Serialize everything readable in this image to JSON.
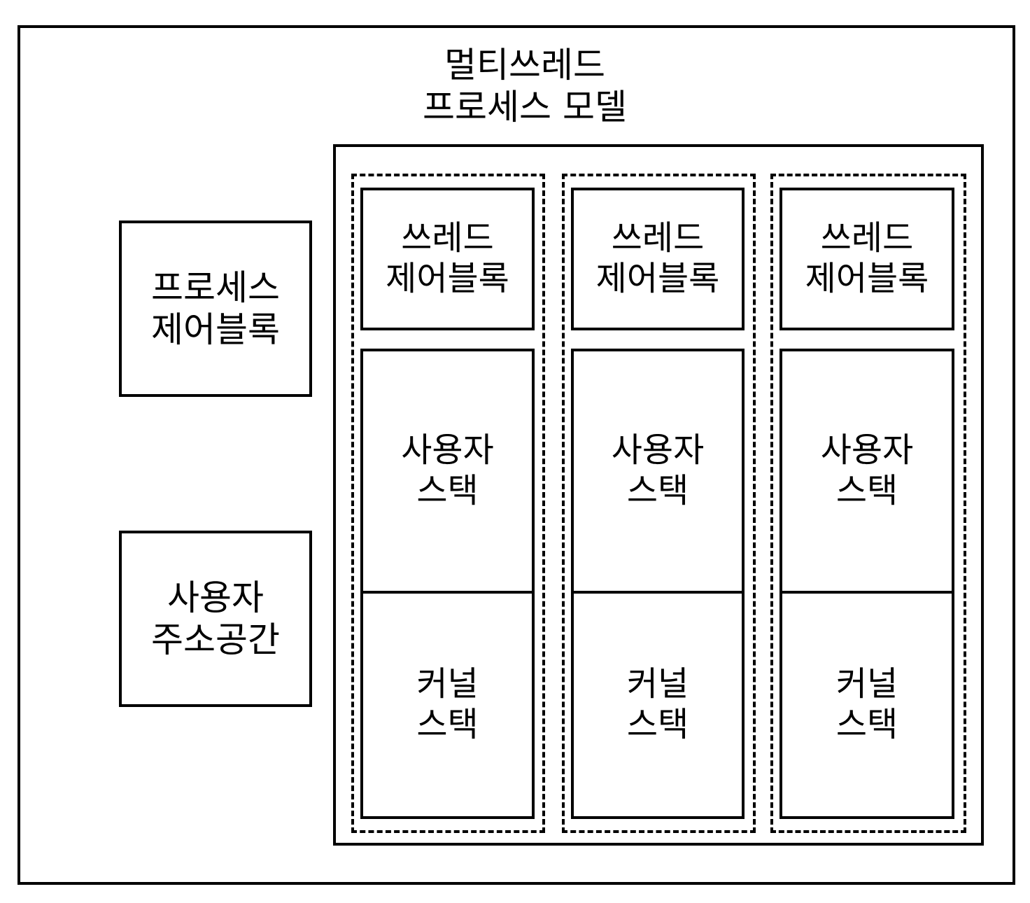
{
  "title": {
    "line1": "멀티쓰레드",
    "line2": "프로세스 모델"
  },
  "process_block": {
    "line1": "프로세스",
    "line2": "제어블록"
  },
  "address_space": {
    "line1": "사용자",
    "line2": "주소공간"
  },
  "threads": [
    {
      "control_block": {
        "line1": "쓰레드",
        "line2": "제어블록"
      },
      "user_stack": {
        "line1": "사용자",
        "line2": "스택"
      },
      "kernel_stack": {
        "line1": "커널",
        "line2": "스택"
      }
    },
    {
      "control_block": {
        "line1": "쓰레드",
        "line2": "제어블록"
      },
      "user_stack": {
        "line1": "사용자",
        "line2": "스택"
      },
      "kernel_stack": {
        "line1": "커널",
        "line2": "스택"
      }
    },
    {
      "control_block": {
        "line1": "쓰레드",
        "line2": "제어블록"
      },
      "user_stack": {
        "line1": "사용자",
        "line2": "스택"
      },
      "kernel_stack": {
        "line1": "커널",
        "line2": "스택"
      }
    }
  ]
}
